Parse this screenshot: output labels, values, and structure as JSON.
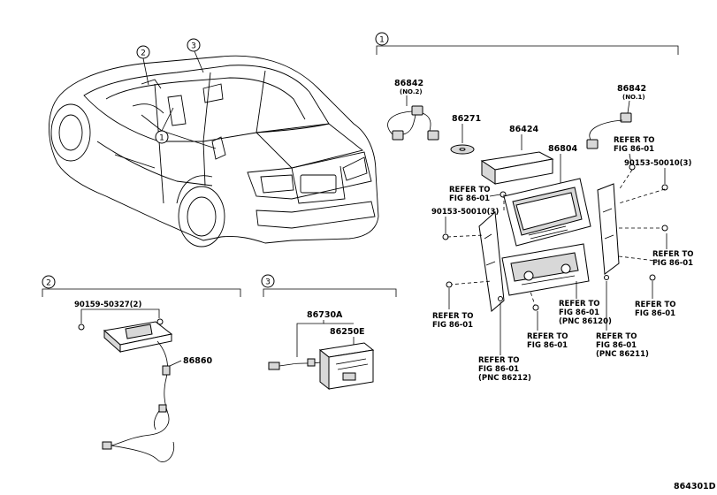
{
  "callouts": {
    "c1": "1",
    "c2": "2",
    "c3": "3"
  },
  "section1": {
    "p86842_no2": "86842",
    "p86842_no2_sub": "(NO.2)",
    "p86842_no1": "86842",
    "p86842_no1_sub": "(NO.1)",
    "p86271": "86271",
    "p86424": "86424",
    "p86804": "86804",
    "refer_a1": "REFER TO",
    "refer_a2": "FIG 86-01",
    "refer_b1": "REFER TO",
    "refer_b2": "FIG 86-01",
    "screw_a": "90153-50010(3)",
    "screw_b": "90153-50010(3)",
    "refer_c1": "REFER TO",
    "refer_c2": "FIG 86-01",
    "refer_d1": "REFER TO",
    "refer_d2": "FIG 86-01",
    "refer_e1": "REFER TO",
    "refer_e2": "FIG 86-01",
    "refer_f1": "REFER TO",
    "refer_f2": "FIG 86-01",
    "refer_f3": "(PNC 86120)",
    "refer_g1": "REFER TO",
    "refer_g2": "FIG 86-01",
    "refer_h1": "REFER TO",
    "refer_h2": "FIG 86-01",
    "refer_h3": "(PNC 86211)",
    "refer_i1": "REFER TO",
    "refer_i2": "FIG 86-01",
    "refer_i3": "(PNC 86212)"
  },
  "section2": {
    "screw": "90159-50327(2)",
    "p86860": "86860"
  },
  "section3": {
    "p86730A": "86730A",
    "p86250E": "86250E"
  },
  "figure_id": "864301D"
}
